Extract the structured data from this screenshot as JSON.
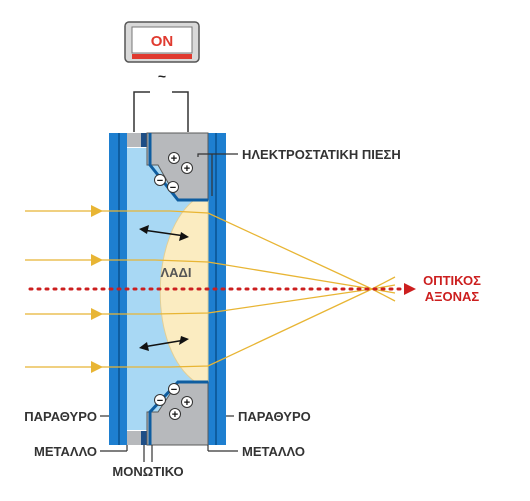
{
  "switch": {
    "label": "ON"
  },
  "power": {
    "symbol": "~"
  },
  "labels": {
    "electrostatic_pressure": "ΗΛΕΚΤΡΟΣΤΑΤΙΚΗ ΠΙΕΣΗ",
    "oil": "ΛΑΔΙ",
    "optical_axis_line1": "ΟΠΤΙΚΟΣ",
    "optical_axis_line2": "ΑΞΟΝΑΣ",
    "window_left": "ΠΑΡΑΘΥΡΟ",
    "window_right": "ΠΑΡΑΘΥΡΟ",
    "metal_left": "ΜΕΤΑΛΛΟ",
    "metal_right": "ΜΕΤΑΛΛΟ",
    "insulator": "ΜΟΝΩΤΙΚΟ"
  },
  "charges": {
    "plus": "+",
    "minus": "−"
  },
  "colors": {
    "window_blue": "#1e7fd0",
    "water_blue": "#a8d8f4",
    "oil_yellow": "#fbecc1",
    "metal_gray": "#b7b9bc",
    "light_ray": "#e8b534",
    "optical_axis": "#cc1f1f",
    "switch_red": "#e03a2f"
  },
  "icons": {
    "switch": "power-switch-icon",
    "double_arrow": "double-arrow-icon",
    "ray_arrow": "ray-arrowhead-icon"
  }
}
